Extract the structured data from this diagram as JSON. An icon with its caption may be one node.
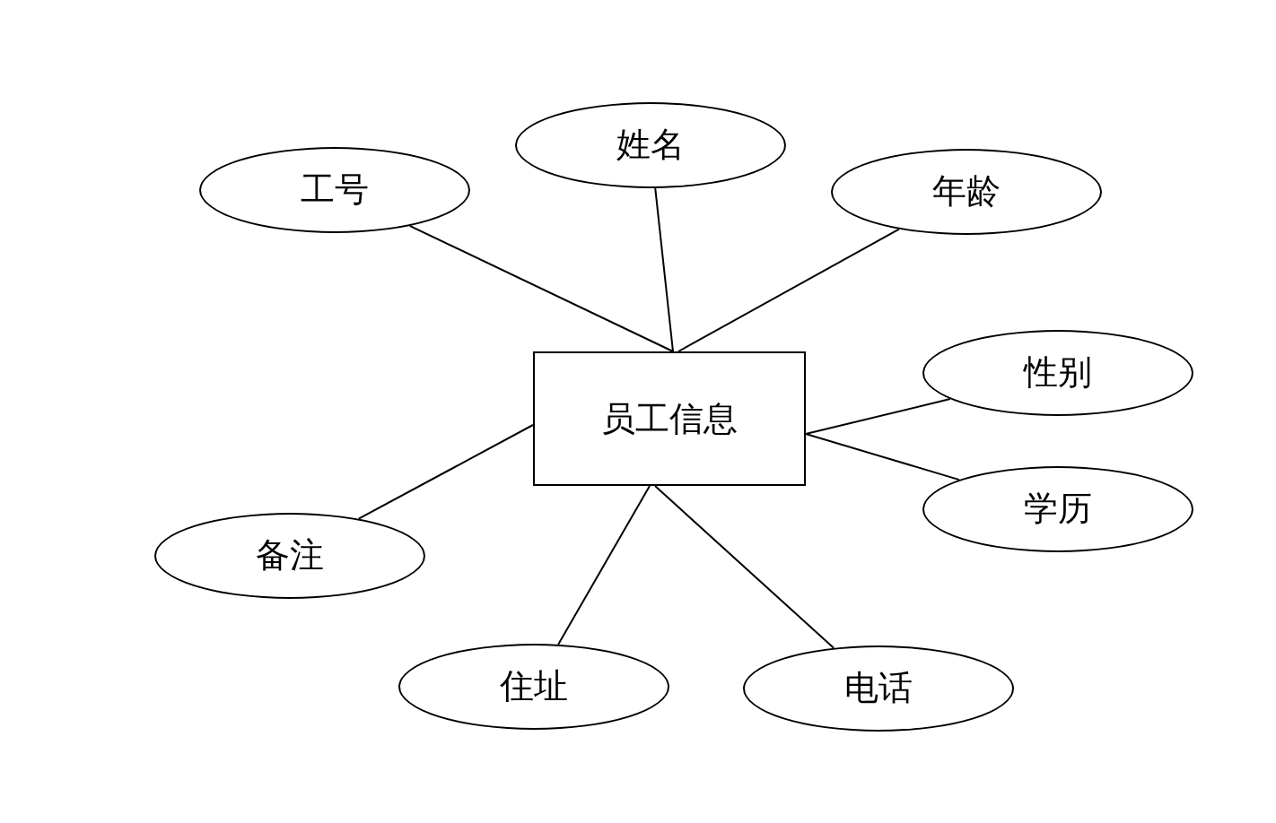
{
  "diagram": {
    "nodes": [
      {
        "text": [
          "员工信息"
        ]
      },
      {
        "text": [
          "工号"
        ]
      },
      {
        "text": [
          "姓名"
        ]
      },
      {
        "text": [
          "年龄"
        ]
      },
      {
        "text": [
          "性别"
        ]
      },
      {
        "text": [
          "学历"
        ]
      },
      {
        "text": [
          "备注"
        ]
      },
      {
        "text": [
          "住址"
        ]
      },
      {
        "text": [
          "电话"
        ]
      }
    ],
    "edges": [
      {
        "from": 0,
        "to": 1,
        "arrow": "none"
      },
      {
        "from": 0,
        "to": 2,
        "arrow": "none"
      },
      {
        "from": 0,
        "to": 3,
        "arrow": "none"
      },
      {
        "from": 0,
        "to": 4,
        "arrow": "none"
      },
      {
        "from": 0,
        "to": 5,
        "arrow": "none"
      },
      {
        "from": 0,
        "to": 6,
        "arrow": "none"
      },
      {
        "from": 0,
        "to": 7,
        "arrow": "none"
      },
      {
        "from": 0,
        "to": 8,
        "arrow": "none"
      }
    ]
  }
}
